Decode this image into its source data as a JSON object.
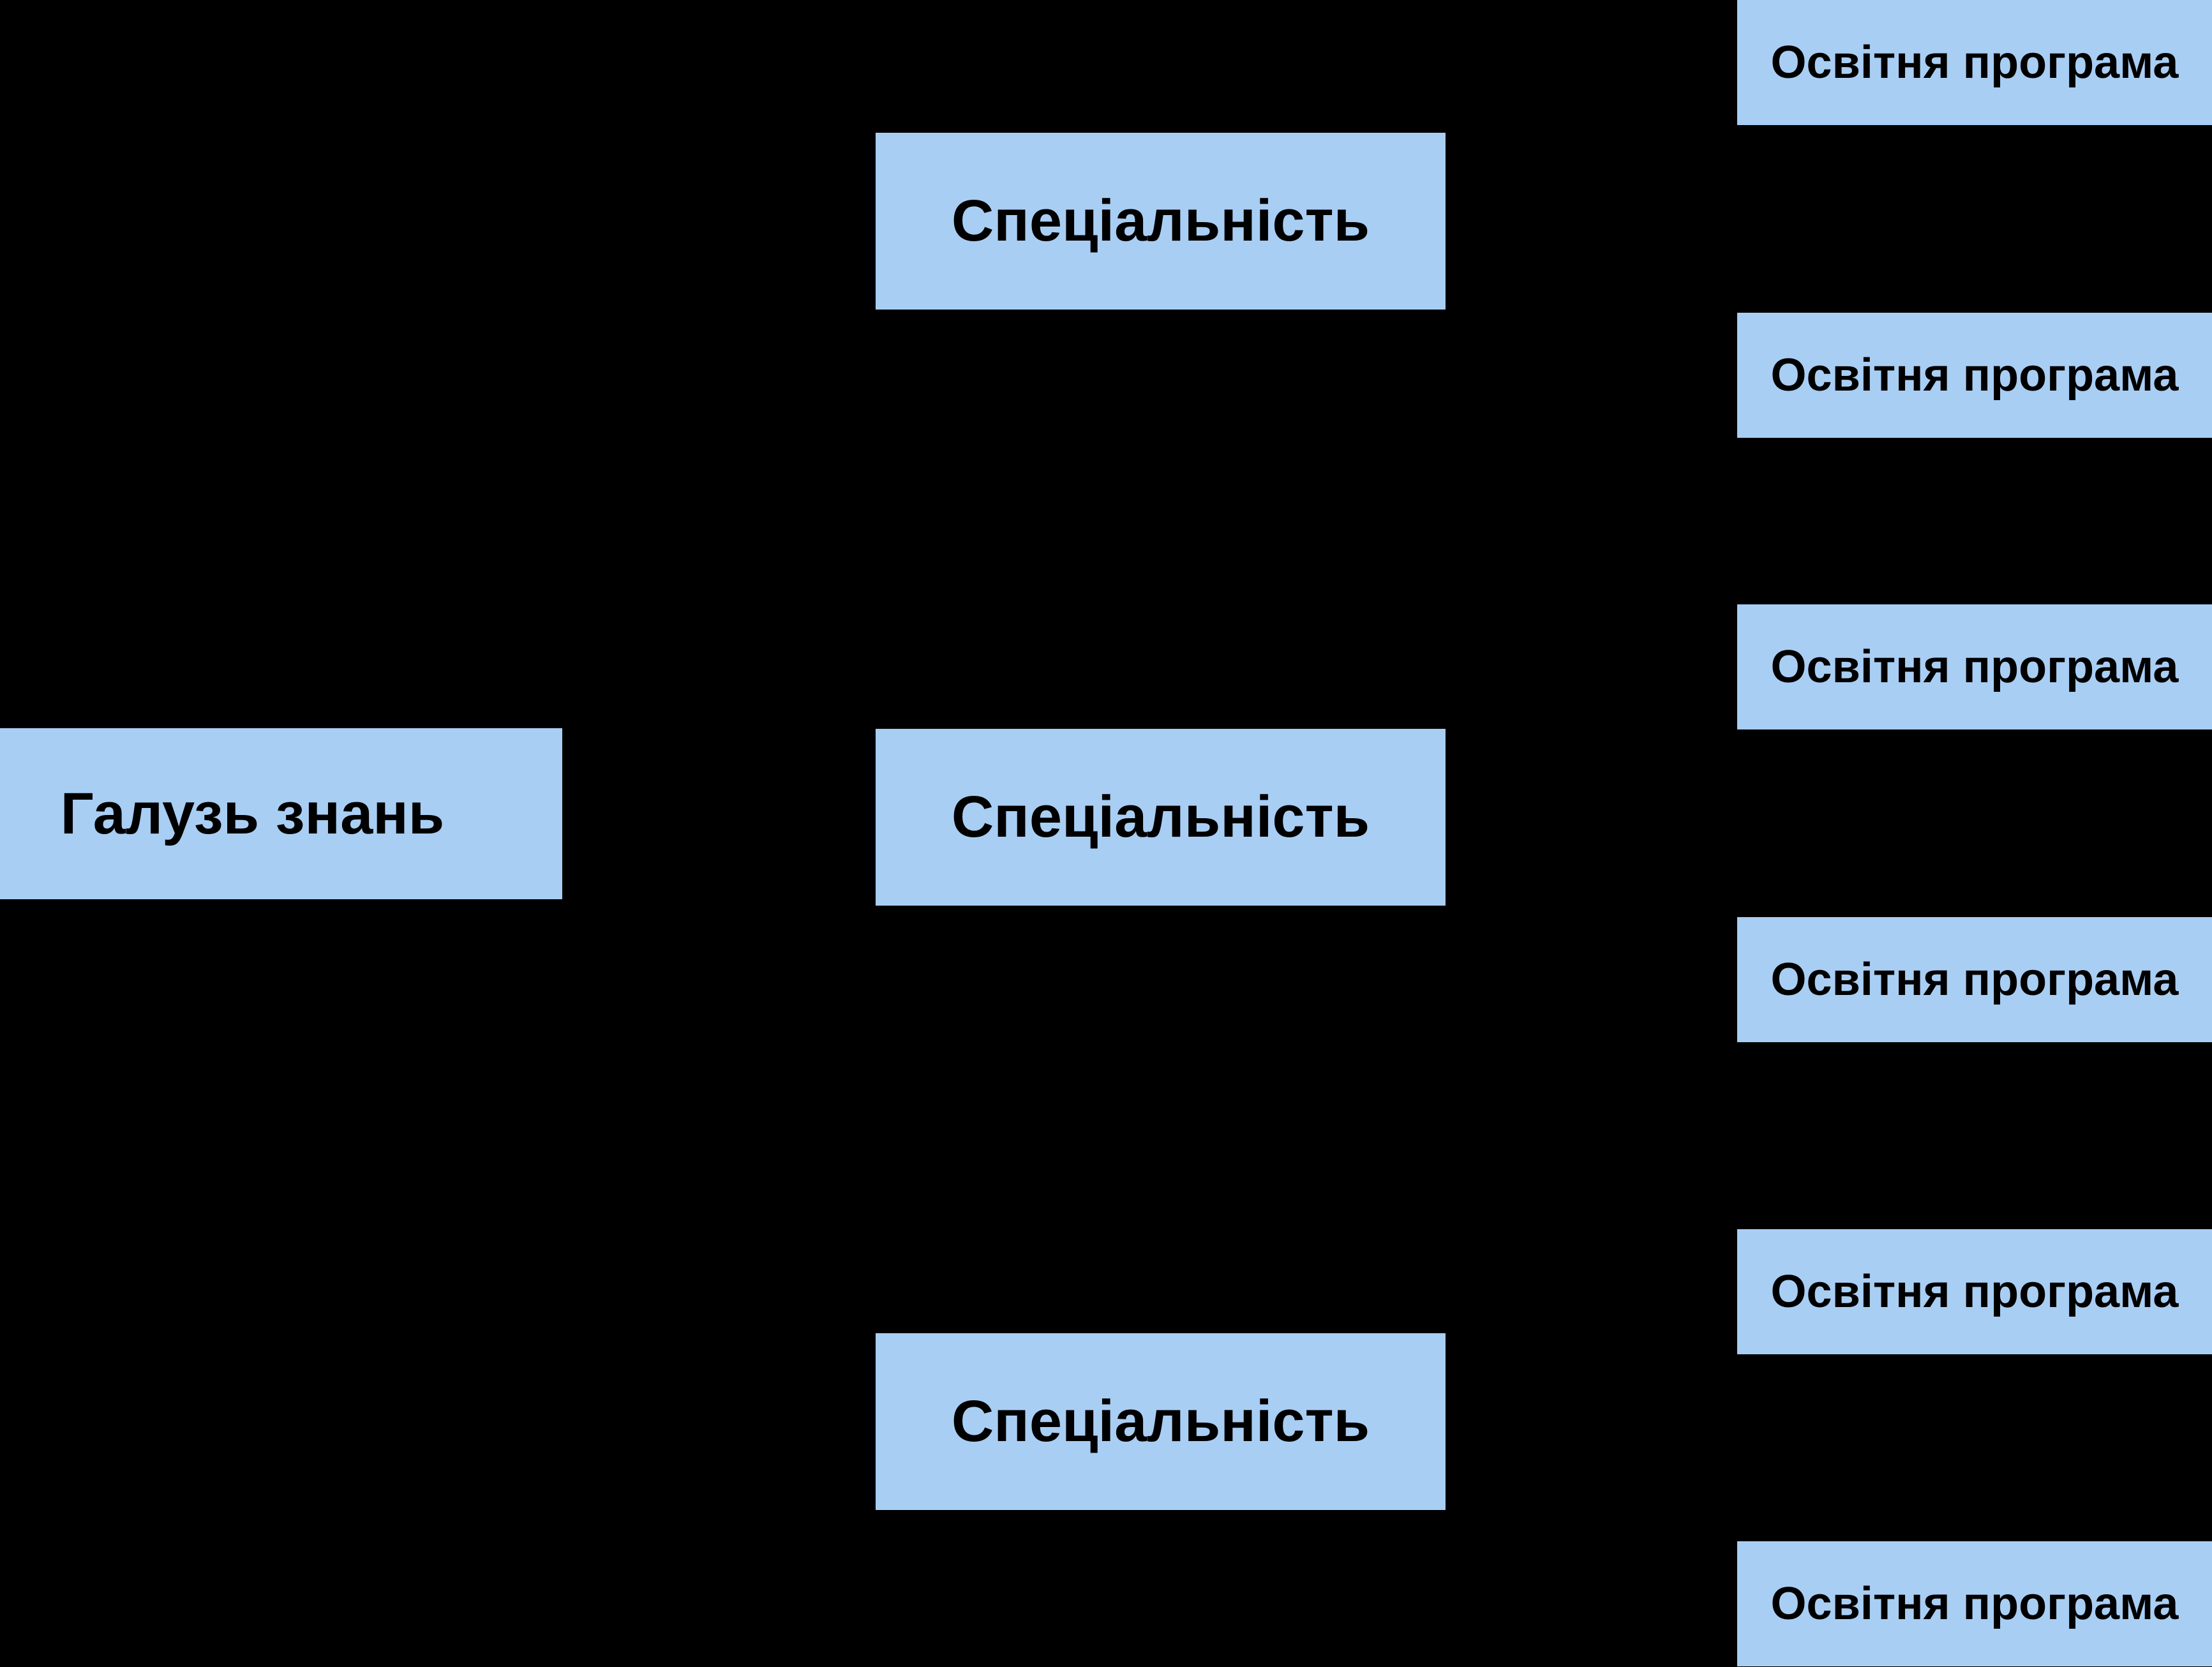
{
  "colors": {
    "background": "#000000",
    "node_fill": "#A9CEF4",
    "node_text": "#000000"
  },
  "diagram": {
    "field_of_knowledge": {
      "label": "Галузь знань"
    },
    "specialties": [
      {
        "label": "Спеціальність"
      },
      {
        "label": "Спеціальність"
      },
      {
        "label": "Спеціальність"
      }
    ],
    "programs": [
      {
        "label": "Освітня програма"
      },
      {
        "label": "Освітня програма"
      },
      {
        "label": "Освітня програма"
      },
      {
        "label": "Освітня програма"
      },
      {
        "label": "Освітня програма"
      },
      {
        "label": "Освітня програма"
      }
    ]
  }
}
